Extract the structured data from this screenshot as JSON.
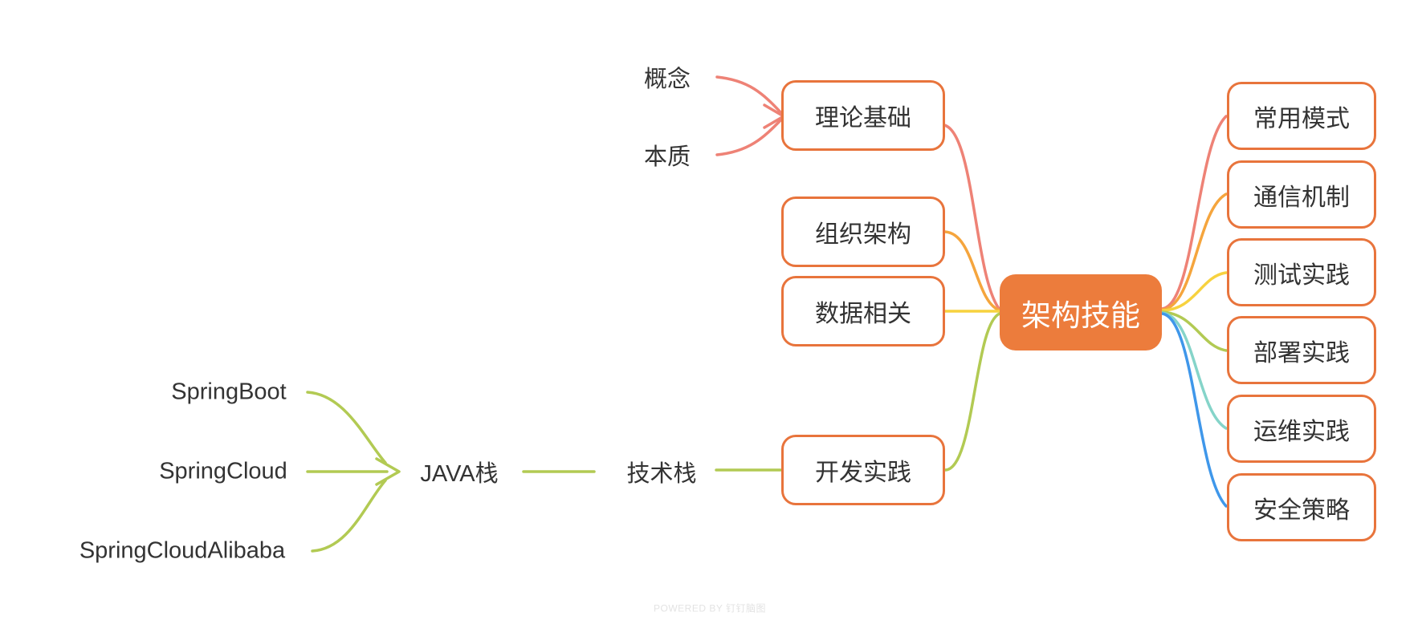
{
  "palette": {
    "salmon": "#ee8276",
    "orange": "#f5a53d",
    "yellow": "#f7d23f",
    "olive": "#b2ca53",
    "teal": "#85d4c9",
    "blue": "#3f97ea",
    "node_border": "#e8743c",
    "center_fill": "#ec7c3c",
    "center_text": "#ffffff",
    "text": "#333333",
    "watermark": "#e3e3e3"
  },
  "chart_data": {
    "type": "mindmap",
    "root": "架构技能",
    "left_tree": {
      "理论基础": [
        "概念",
        "本质"
      ],
      "组织架构": [],
      "数据相关": [],
      "开发实践": {
        "技术栈": {
          "JAVA栈": [
            "SpringBoot",
            "SpringCloud",
            "SpringCloudAlibaba"
          ]
        }
      }
    },
    "right_children": [
      "常用模式",
      "通信机制",
      "测试实践",
      "部署实践",
      "运维实践",
      "安全策略"
    ]
  },
  "center": {
    "label": "架构技能"
  },
  "left_branches": {
    "theory": {
      "label": "理论基础",
      "line_color": "salmon",
      "children": {
        "concept": "概念",
        "essence": "本质"
      }
    },
    "org": {
      "label": "组织架构",
      "line_color": "orange"
    },
    "data": {
      "label": "数据相关",
      "line_color": "yellow"
    },
    "dev": {
      "label": "开发实践",
      "line_color": "olive",
      "tech_stack": "技术栈",
      "java_stack": "JAVA栈",
      "frameworks": [
        "SpringBoot",
        "SpringCloud",
        "SpringCloudAlibaba"
      ]
    }
  },
  "right_branches": [
    {
      "label": "常用模式",
      "line_color": "salmon"
    },
    {
      "label": "通信机制",
      "line_color": "orange"
    },
    {
      "label": "测试实践",
      "line_color": "yellow"
    },
    {
      "label": "部署实践",
      "line_color": "olive"
    },
    {
      "label": "运维实践",
      "line_color": "teal"
    },
    {
      "label": "安全策略",
      "line_color": "blue"
    }
  ],
  "watermark": {
    "text": "POWERED BY 钉钉脑图"
  }
}
